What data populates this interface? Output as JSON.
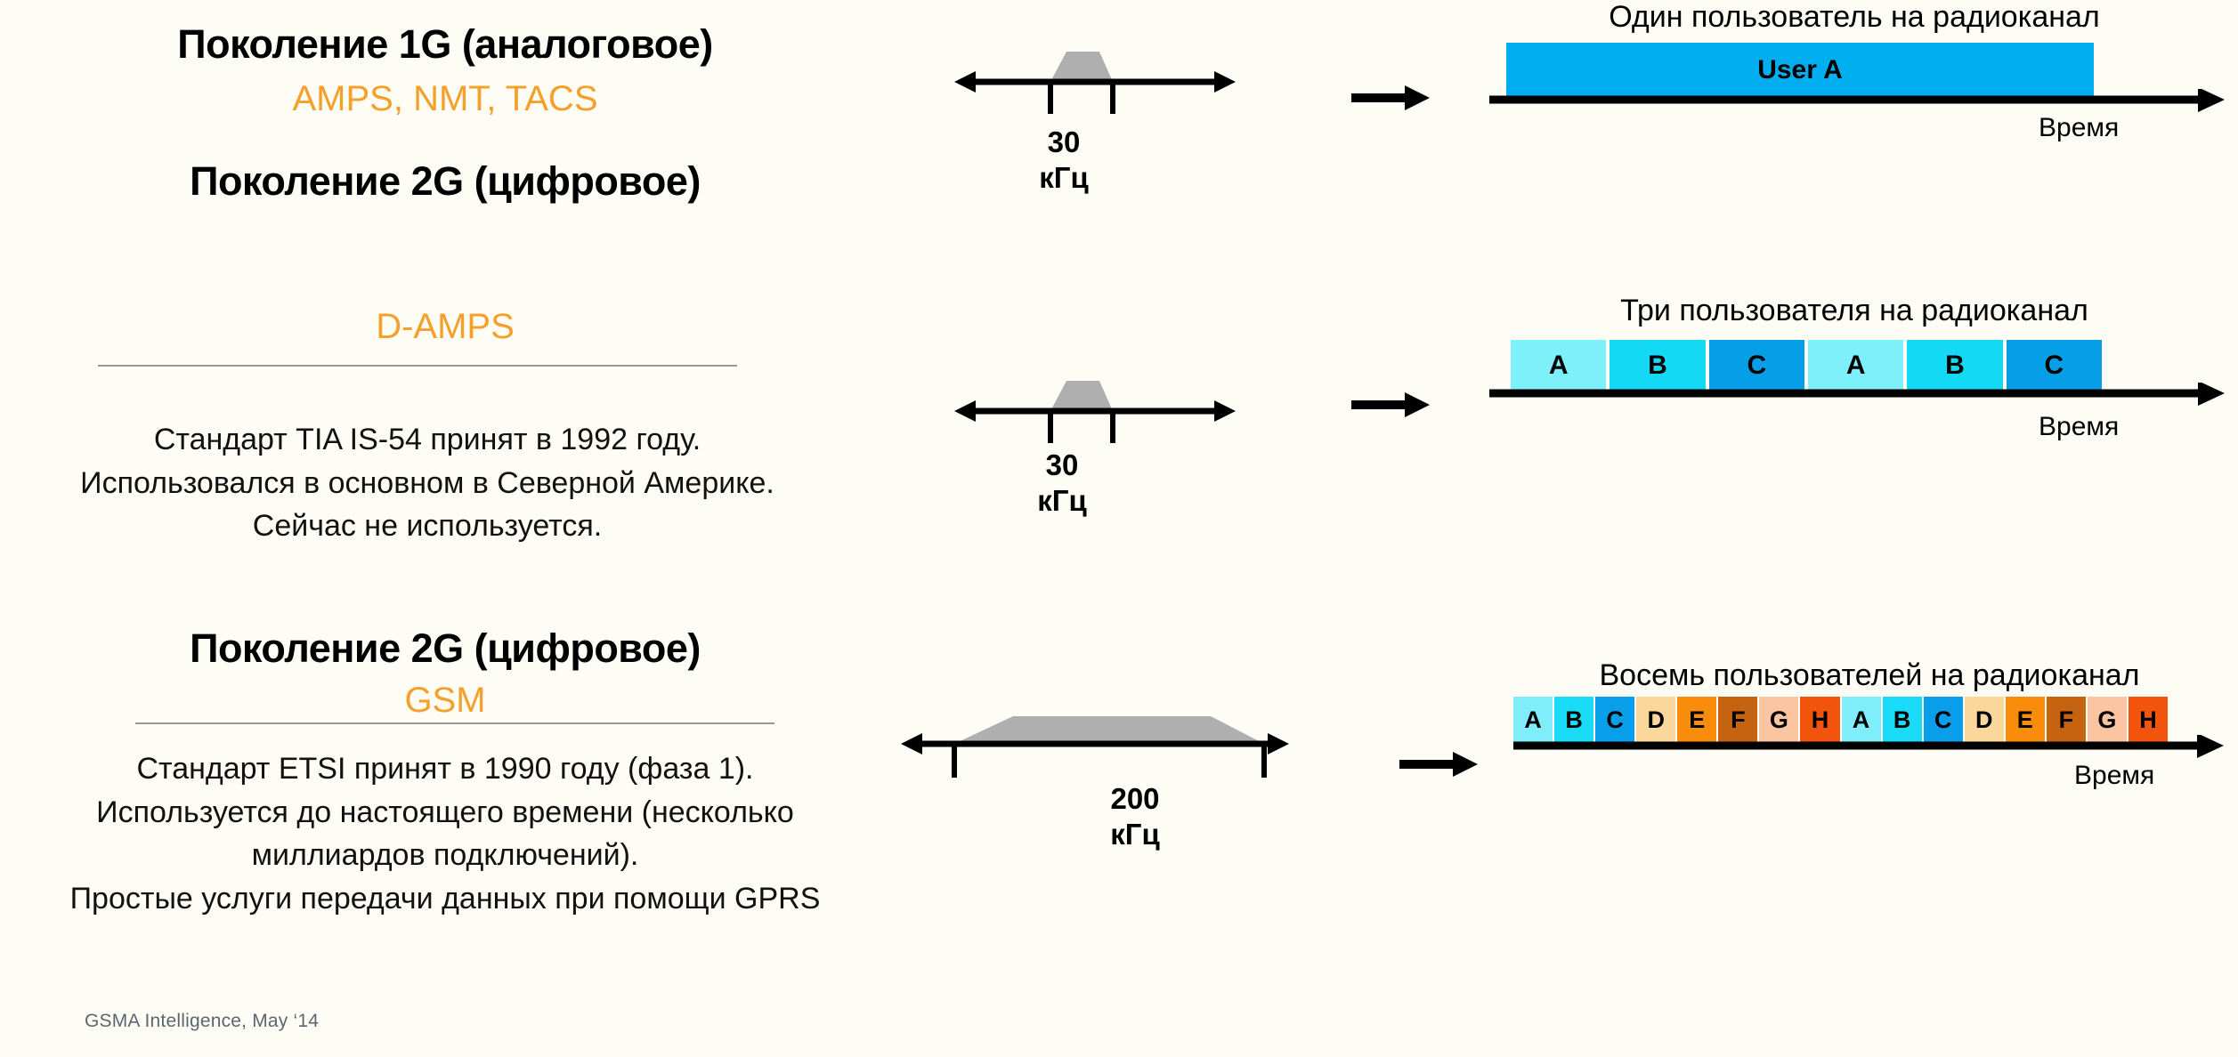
{
  "page": {
    "background": "#FDFDF5",
    "accent_orange": "#F5A02A",
    "footer": "GSMA Intelligence, May ‘14"
  },
  "sections": [
    {
      "id": "gen-1g",
      "title": "Поколение 1G (аналоговое)",
      "subtitle": "AMPS, NMT, TACS",
      "body": [],
      "has_divider": false,
      "spectrum": {
        "value": "30",
        "unit": "кГц",
        "shape": "narrow-trapezoid"
      },
      "timeline": {
        "heading": "Один пользователь на радиоканал",
        "axis_label": "Время",
        "single_block_label": "User A",
        "single_block_color": "#00AEEF",
        "slots": []
      }
    },
    {
      "id": "gen-2g-damps",
      "title": "Поколение 2G (цифровое)",
      "subtitle": "D-AMPS",
      "body": [
        "Стандарт TIA IS-54 принят в 1992 году.",
        "Использовался в основном в Северной Америке.",
        "Сейчас не используется."
      ],
      "has_divider": true,
      "spectrum": {
        "value": "30",
        "unit": "кГц",
        "shape": "narrow-trapezoid"
      },
      "timeline": {
        "heading": "Три пользователя на радиоканал",
        "axis_label": "Время",
        "single_block_label": null,
        "slots": [
          {
            "label": "A",
            "color": "#7DF0FA"
          },
          {
            "label": "B",
            "color": "#14D9F5"
          },
          {
            "label": "C",
            "color": "#079EE8"
          },
          {
            "label": "A",
            "color": "#7DF0FA"
          },
          {
            "label": "B",
            "color": "#14D9F5"
          },
          {
            "label": "C",
            "color": "#079EE8"
          }
        ]
      }
    },
    {
      "id": "gen-2g-gsm",
      "title": "Поколение 2G (цифровое)",
      "subtitle": "GSM",
      "body": [
        "Стандарт ETSI принят в 1990 году (фаза 1).",
        "Используется до настоящего времени (несколько",
        "миллиардов подключений).",
        "Простые услуги передачи данных при помощи GPRS"
      ],
      "has_divider": true,
      "spectrum": {
        "value": "200",
        "unit": "кГц",
        "shape": "wide-trapezoid"
      },
      "timeline": {
        "heading": "Восемь пользователей на радиоканал",
        "axis_label": "Время",
        "single_block_label": null,
        "slots": [
          {
            "label": "A",
            "color": "#80EEFA"
          },
          {
            "label": "B",
            "color": "#1ADBF7"
          },
          {
            "label": "C",
            "color": "#099EEA"
          },
          {
            "label": "D",
            "color": "#FBD79B"
          },
          {
            "label": "E",
            "color": "#F98C0A"
          },
          {
            "label": "F",
            "color": "#C56310"
          },
          {
            "label": "G",
            "color": "#FAC5A0"
          },
          {
            "label": "H",
            "color": "#F3540C"
          },
          {
            "label": "A",
            "color": "#80EEFA"
          },
          {
            "label": "B",
            "color": "#1ADBF7"
          },
          {
            "label": "C",
            "color": "#099EEA"
          },
          {
            "label": "D",
            "color": "#FBD79B"
          },
          {
            "label": "E",
            "color": "#F98C0A"
          },
          {
            "label": "F",
            "color": "#C56310"
          },
          {
            "label": "G",
            "color": "#FAC5A0"
          },
          {
            "label": "H",
            "color": "#F3540C"
          }
        ]
      }
    }
  ],
  "icons": {
    "transfer_arrow": "right-arrow-icon",
    "frequency_axis": "double-headed-arrow-icon",
    "time_axis": "right-arrow-icon"
  }
}
